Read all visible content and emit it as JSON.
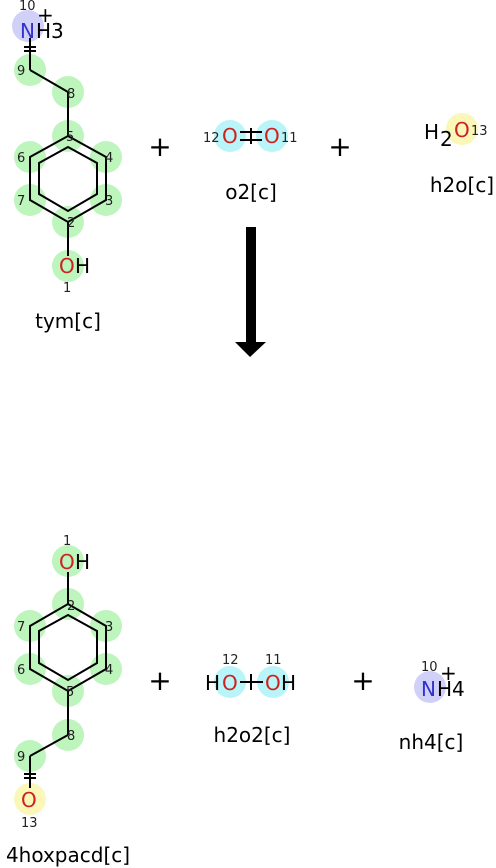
{
  "reactants": [
    {
      "name": "tym[c]"
    },
    {
      "name": "o2[c]"
    },
    {
      "name": "h2o[c]"
    }
  ],
  "products": [
    {
      "name": "4hoxpacd[c]"
    },
    {
      "name": "h2o2[c]"
    },
    {
      "name": "nh4[c]"
    }
  ],
  "operators": {
    "plus": "+"
  },
  "atoms": {
    "nitrogen": "N",
    "oxygen": "O",
    "hydrogen": "H",
    "h3_suffix": "3",
    "h4_suffix": "4",
    "h2_subscript": "2",
    "charge": "+"
  },
  "atom_indices": {
    "tym": [
      "10",
      "9",
      "8",
      "5",
      "6",
      "4",
      "7",
      "3",
      "2",
      "1"
    ],
    "o2": [
      "12",
      "11"
    ],
    "h2o": [
      "13"
    ],
    "hoxpacd": [
      "1",
      "2",
      "7",
      "3",
      "6",
      "4",
      "5",
      "8",
      "9",
      "13"
    ],
    "h2o2": [
      "12",
      "11"
    ],
    "nh4": [
      "10"
    ]
  },
  "colors": {
    "green_highlight": "#bdf5bd",
    "cyan_highlight": "#b8f4f8",
    "yellow_highlight": "#fbf7b8",
    "lavender_highlight": "#d0d0f8",
    "nitrogen": "#3333cc",
    "oxygen": "#cc2222"
  }
}
